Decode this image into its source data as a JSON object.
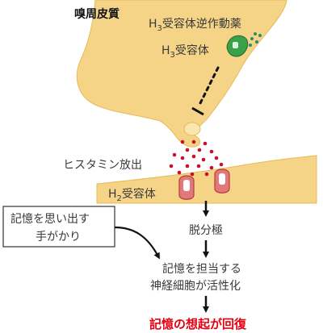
{
  "region_label": "嗅周皮質",
  "inverse_agonist": {
    "prefix": "H",
    "sub": "3",
    "suffix": "受容体逆作動薬"
  },
  "h3_receptor": {
    "prefix": "H",
    "sub": "3",
    "suffix": "受容体"
  },
  "histamine_release": "ヒスタミン放出",
  "h2_receptor": {
    "prefix": "H",
    "sub": "2",
    "suffix": "受容体"
  },
  "memory_cue": {
    "line1": "記憶を思い出す",
    "line2": "手がかり"
  },
  "depolarization": "脱分極",
  "neuron_activation": {
    "line1": "記憶を担当する",
    "line2": "神経細胞が活性化"
  },
  "outcome": "記憶の想起が回復",
  "colors": {
    "membrane": "#f5d487",
    "membrane_edge": "#e6bb55",
    "h3_receptor": "#3aa04a",
    "histamine": "#c8102e",
    "h2_receptor": "#e07a7a",
    "outcome_text": "#e60012",
    "text": "#3a3a3a"
  }
}
